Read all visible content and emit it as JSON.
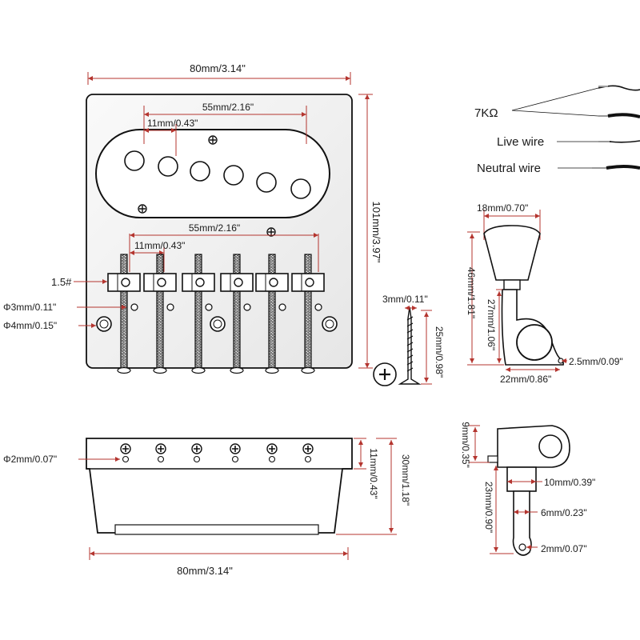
{
  "bridge_top": {
    "width": "80mm/3.14\"",
    "height": "101mm/3.97\"",
    "pickup_span": "55mm/2.16\"",
    "pickup_spacing": "11mm/0.43\"",
    "saddle_span": "55mm/2.16\"",
    "saddle_spacing": "11mm/0.43\"",
    "saddle_screw": "1.5#",
    "hole_small": "Φ3mm/0.11\"",
    "hole_large": "Φ4mm/0.15\""
  },
  "screw": {
    "diameter": "3mm/0.11\"",
    "length": "25mm/0.98\""
  },
  "wiring": {
    "resistance": "7KΩ",
    "live": "Live wire",
    "neutral": "Neutral wire"
  },
  "tuner_side": {
    "button_width": "18mm/0.70\"",
    "total_height": "46mm/1.81\"",
    "button_height": "27mm/1.06\"",
    "base_width": "22mm/0.86\"",
    "pin": "2.5mm/0.09\""
  },
  "bridge_front": {
    "hole": "Φ2mm/0.07\"",
    "plate_height": "11mm/0.43\"",
    "total_height": "30mm/1.18\"",
    "width": "80mm/3.14\""
  },
  "tuner_post": {
    "head": "9mm/0.35\"",
    "post_length": "23mm/0.90\"",
    "bushing": "10mm/0.39\"",
    "shaft": "6mm/0.23\"",
    "hole": "2mm/0.07\""
  }
}
